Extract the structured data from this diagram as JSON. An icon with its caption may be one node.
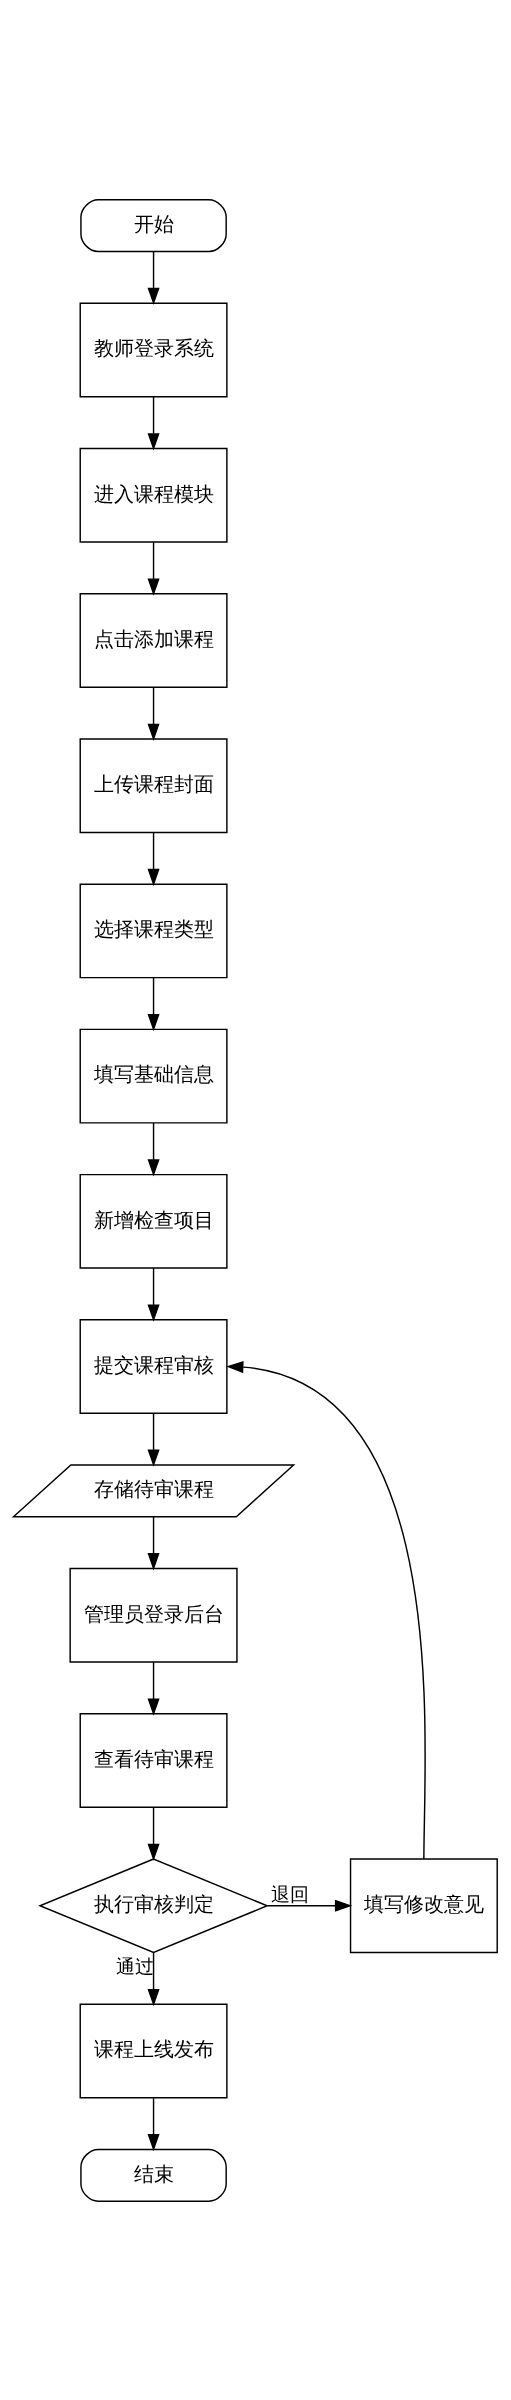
{
  "diagram": {
    "nodes": [
      {
        "text": [
          "开始"
        ]
      },
      {
        "text": [
          "教师登录系统"
        ]
      },
      {
        "text": [
          "进入课程模块"
        ]
      },
      {
        "text": [
          "点击添加课程"
        ]
      },
      {
        "text": [
          "上传课程封面"
        ]
      },
      {
        "text": [
          "选择课程类型"
        ]
      },
      {
        "text": [
          "填写基础信息"
        ]
      },
      {
        "text": [
          "新增检查项目"
        ]
      },
      {
        "text": [
          "提交课程审核"
        ]
      },
      {
        "text": [
          "存储待审课程"
        ]
      },
      {
        "text": [
          "管理员登录后台"
        ]
      },
      {
        "text": [
          "查看待审课程"
        ]
      },
      {
        "text": [
          "执行审核判定"
        ]
      },
      {
        "text": [
          "填写修改意见"
        ]
      },
      {
        "text": [
          "课程上线发布"
        ]
      },
      {
        "text": [
          "结束"
        ]
      }
    ],
    "edges": [
      {
        "from": 0,
        "to": 1,
        "arrow": "to"
      },
      {
        "from": 1,
        "to": 2,
        "arrow": "to"
      },
      {
        "from": 2,
        "to": 3,
        "arrow": "to"
      },
      {
        "from": 3,
        "to": 4,
        "arrow": "to"
      },
      {
        "from": 4,
        "to": 5,
        "arrow": "to"
      },
      {
        "from": 5,
        "to": 6,
        "arrow": "to"
      },
      {
        "from": 6,
        "to": 7,
        "arrow": "to"
      },
      {
        "from": 7,
        "to": 8,
        "arrow": "to"
      },
      {
        "from": 8,
        "to": 9,
        "arrow": "to"
      },
      {
        "from": 9,
        "to": 10,
        "arrow": "to"
      },
      {
        "from": 10,
        "to": 11,
        "arrow": "to"
      },
      {
        "from": 11,
        "to": 12,
        "arrow": "to"
      },
      {
        "from": 12,
        "to": 13,
        "arrow": "to",
        "label": "退回"
      },
      {
        "from": 13,
        "to": 8,
        "arrow": "to"
      },
      {
        "from": 12,
        "to": 14,
        "arrow": "to",
        "label": "通过"
      },
      {
        "from": 14,
        "to": 15,
        "arrow": "to"
      }
    ]
  }
}
